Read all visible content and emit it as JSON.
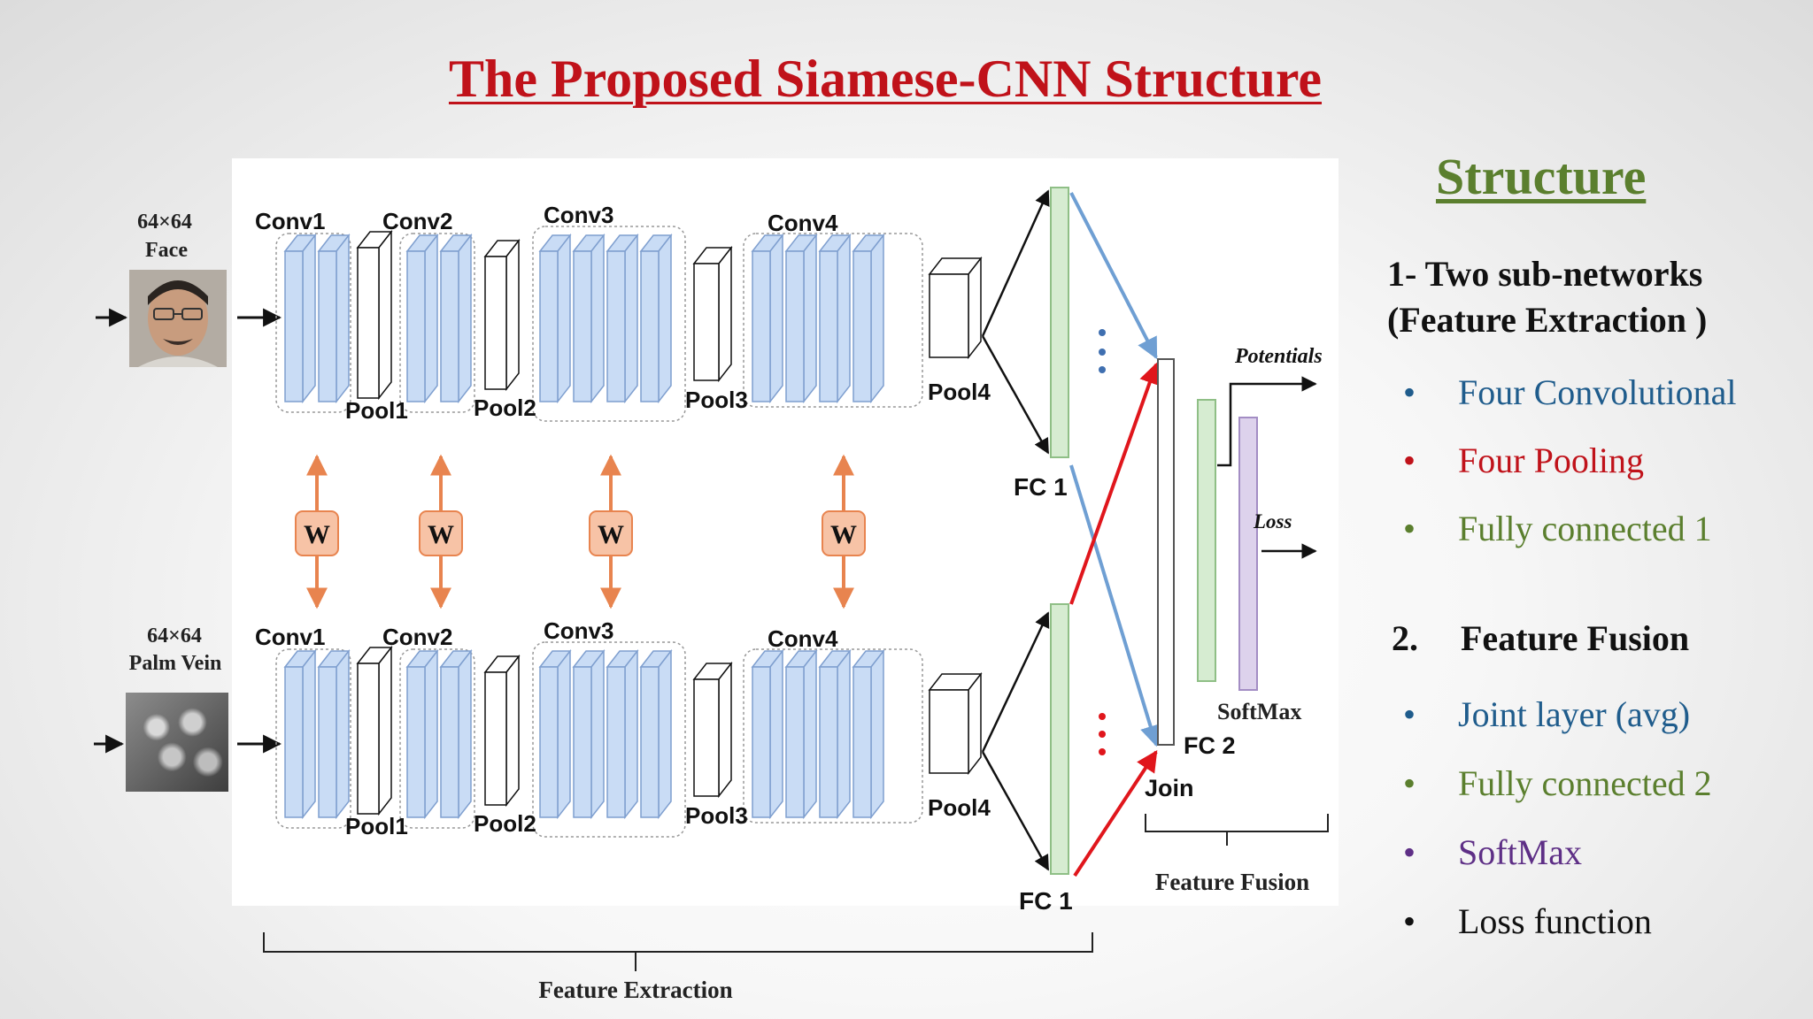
{
  "slide": {
    "title": "The Proposed Siamese-CNN Structure"
  },
  "diagram": {
    "top": {
      "input_size": "64×64",
      "input_name": "Face",
      "conv_labels": [
        "Conv1",
        "Conv2",
        "Conv3",
        "Conv4"
      ],
      "pool_labels": [
        "Pool1",
        "Pool2",
        "Pool3",
        "Pool4"
      ],
      "fc_label": "FC 1"
    },
    "bottom": {
      "input_size": "64×64",
      "input_name": "Palm Vein",
      "conv_labels": [
        "Conv1",
        "Conv2",
        "Conv3",
        "Conv4"
      ],
      "pool_labels": [
        "Pool1",
        "Pool2",
        "Pool3",
        "Pool4"
      ],
      "fc_label": "FC 1"
    },
    "shared_weight_label": "W",
    "join_label": "Join",
    "fc2_label": "FC 2",
    "softmax_label": "SoftMax",
    "potentials_label": "Potentials",
    "loss_label": "Loss",
    "feature_fusion_label": "Feature Fusion",
    "feature_extraction_label": "Feature Extraction",
    "colors": {
      "conv_fill": "#c9dcf5",
      "conv_stroke": "#7f9fcf",
      "fc1_fill": "#d6ecd1",
      "fc2_fill": "#d6ecd1",
      "softmax_fill": "#ddd2ec",
      "w_box_fill": "#f7c3a6",
      "w_box_stroke": "#e8844f",
      "arrow_blue": "#6f9fd3",
      "arrow_red": "#e0161c"
    }
  },
  "sidebar": {
    "title": "Structure ",
    "section1_line1": "1- Two sub-networks",
    "section1_line2": "(Feature Extraction )",
    "section1_items": [
      {
        "text": "Four Convolutional",
        "color": "#1f5c8c"
      },
      {
        "text": "Four  Pooling",
        "color": "#c0121a"
      },
      {
        "text": "Fully connected 1",
        "color": "#5b7f2e"
      }
    ],
    "section2_num": "2.",
    "section2_title": "Feature Fusion",
    "section2_items": [
      {
        "text": "Joint layer (avg)",
        "color": "#1f5c8c"
      },
      {
        "text": "Fully connected 2",
        "color": "#5b7f2e"
      },
      {
        "text": "SoftMax",
        "color": "#5e2f86"
      },
      {
        "text": "Loss function",
        "color": "#111111"
      }
    ]
  }
}
